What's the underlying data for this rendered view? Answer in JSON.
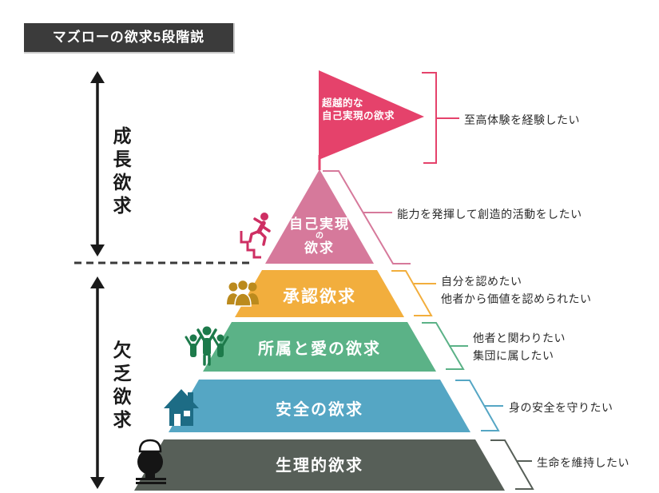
{
  "title": "マズローの欲求5段階説",
  "axis_labels": {
    "growth": "成長欲求",
    "deficiency": "欠乏欲求"
  },
  "flag": {
    "label_line1": "超越的な",
    "label_line2": "自己実現の欲求",
    "annotation": "至高体験を経験したい",
    "color": "#e5426b"
  },
  "levels": [
    {
      "id": "self-actualization",
      "label": "自己実現の欲求",
      "label_lines": [
        "自己実現",
        "の",
        "欲求"
      ],
      "annotation_lines": [
        "能力を発揮して創造的活動をしたい"
      ],
      "color": "#d6799b",
      "icon": "person-climbing-stairs-icon",
      "icon_color": "#ce2f63"
    },
    {
      "id": "esteem",
      "label": "承認欲求",
      "annotation_lines": [
        "自分を認めたい",
        "他者から価値を認められたい"
      ],
      "color": "#f2ae3d",
      "icon": "people-group-icon",
      "icon_color": "#bb8a1d"
    },
    {
      "id": "belonging-love",
      "label": "所属と愛の欲求",
      "annotation_lines": [
        "他者と関わりたい",
        "集団に属したい"
      ],
      "color": "#5bb287",
      "icon": "people-arms-up-icon",
      "icon_color": "#1d7a4b"
    },
    {
      "id": "safety",
      "label": "安全の欲求",
      "annotation_lines": [
        "身の安全を守りたい"
      ],
      "color": "#55a6c4",
      "icon": "house-icon",
      "icon_color": "#1d6c85"
    },
    {
      "id": "physiological",
      "label": "生理的欲求",
      "annotation_lines": [
        "生命を維持したい"
      ],
      "color": "#575f58",
      "icon": "rice-bowl-icon",
      "icon_color": "#151515"
    }
  ],
  "colors": {
    "title_bg": "#3b3b3b",
    "text": "#2b2b2b",
    "arrows": "#1a1a1a",
    "dashed_divider": "#3a3a3a"
  }
}
